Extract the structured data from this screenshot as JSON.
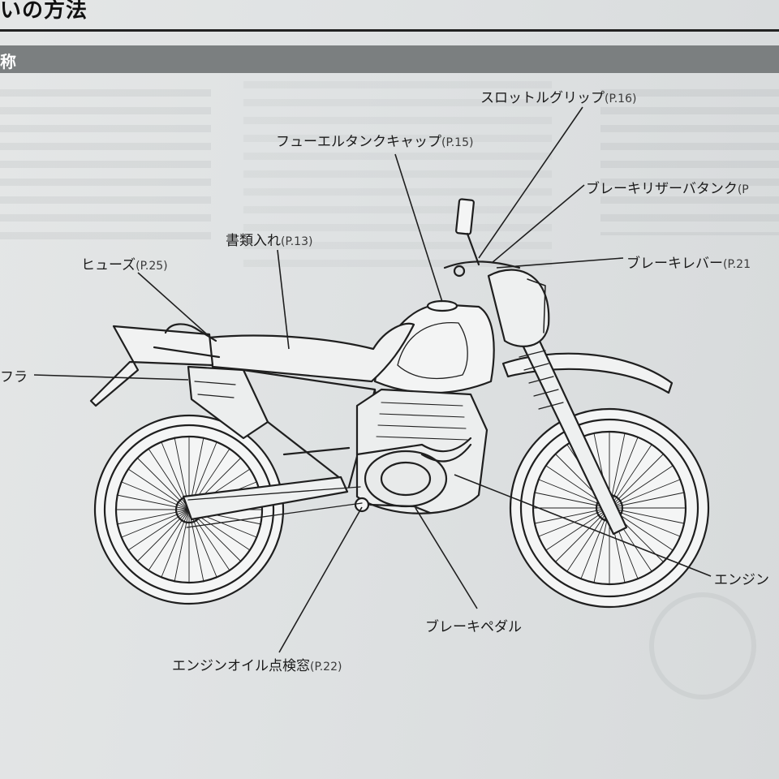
{
  "header": {
    "title": "いの方法",
    "section": "称"
  },
  "labels": {
    "throttle_grip": {
      "name": "スロットルグリップ",
      "ref": "(P.16)"
    },
    "fuel_cap": {
      "name": "フューエルタンクキャップ",
      "ref": "(P.15)"
    },
    "brake_reservoir": {
      "name": "ブレーキリザーバタンク",
      "ref": "(P"
    },
    "brake_lever": {
      "name": "ブレーキレバー",
      "ref": "(P.21"
    },
    "document_holder": {
      "name": "書類入れ",
      "ref": "(P.13)"
    },
    "fuse": {
      "name": "ヒューズ",
      "ref": "(P.25)"
    },
    "muffler": {
      "name": "フラ",
      "ref": ""
    },
    "engine": {
      "name": "エンジン",
      "ref": ""
    },
    "brake_pedal": {
      "name": "ブレーキペダル",
      "ref": ""
    },
    "oil_window": {
      "name": "エンジンオイル点検窓",
      "ref": "(P.22)"
    }
  },
  "colors": {
    "paper": "#e2e4e5",
    "section_bar": "#7b7f80",
    "ink": "#1a1a1a"
  }
}
